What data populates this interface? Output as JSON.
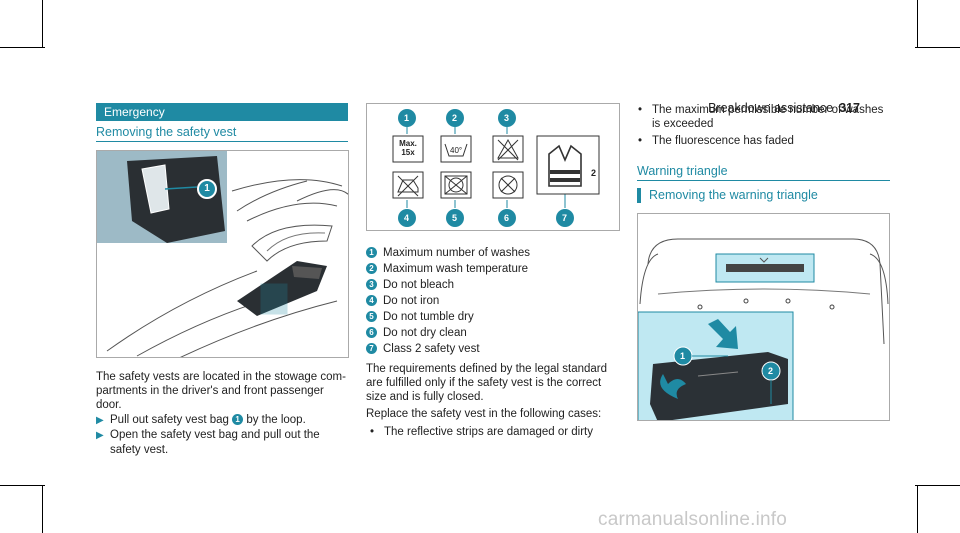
{
  "header": {
    "section": "Breakdown assistance",
    "page": "317"
  },
  "left": {
    "section_bar": "Emergency",
    "subtitle": "Removing the safety vest",
    "figure_callout": "1",
    "paragraph": [
      "The safety vests are located in the stowage com-",
      "partments in the driver's and front passenger",
      "door."
    ],
    "steps": [
      {
        "pre": "Pull out safety vest bag",
        "badge": "1",
        "post": "by the loop."
      },
      {
        "line1": "Open the safety vest bag and pull out the",
        "line2": "safety vest."
      }
    ]
  },
  "middle": {
    "care_label": {
      "max_line1": "Max.",
      "max_line2": "15x",
      "wash_temp": "40°",
      "class_mark": "2",
      "callouts": [
        "1",
        "2",
        "3",
        "4",
        "5",
        "6",
        "7"
      ]
    },
    "legend": [
      {
        "num": "1",
        "text": "Maximum number of washes"
      },
      {
        "num": "2",
        "text": "Maximum wash temperature"
      },
      {
        "num": "3",
        "text": "Do not bleach"
      },
      {
        "num": "4",
        "text": "Do not iron"
      },
      {
        "num": "5",
        "text": "Do not tumble dry"
      },
      {
        "num": "6",
        "text": "Do not dry clean"
      },
      {
        "num": "7",
        "text": "Class 2 safety vest"
      }
    ],
    "para1": [
      "The requirements defined by the legal standard",
      "are fulfilled only if the safety vest is the correct",
      "size and is fully closed."
    ],
    "para2": "Replace the safety vest in the following cases:",
    "bullet": "The reflective strips are damaged or dirty"
  },
  "right": {
    "bullets": [
      {
        "line1": "The maximum permissible number of washes",
        "line2": "is exceeded"
      },
      {
        "line1": "The fluorescence has faded"
      }
    ],
    "subtitle": "Warning triangle",
    "procedure_title": "Removing the warning triangle",
    "callouts": [
      "1",
      "2"
    ]
  },
  "watermark": "carmanualsonline.info",
  "colors": {
    "accent": "#1f8aa3",
    "highlight": "#bfe8f2"
  }
}
